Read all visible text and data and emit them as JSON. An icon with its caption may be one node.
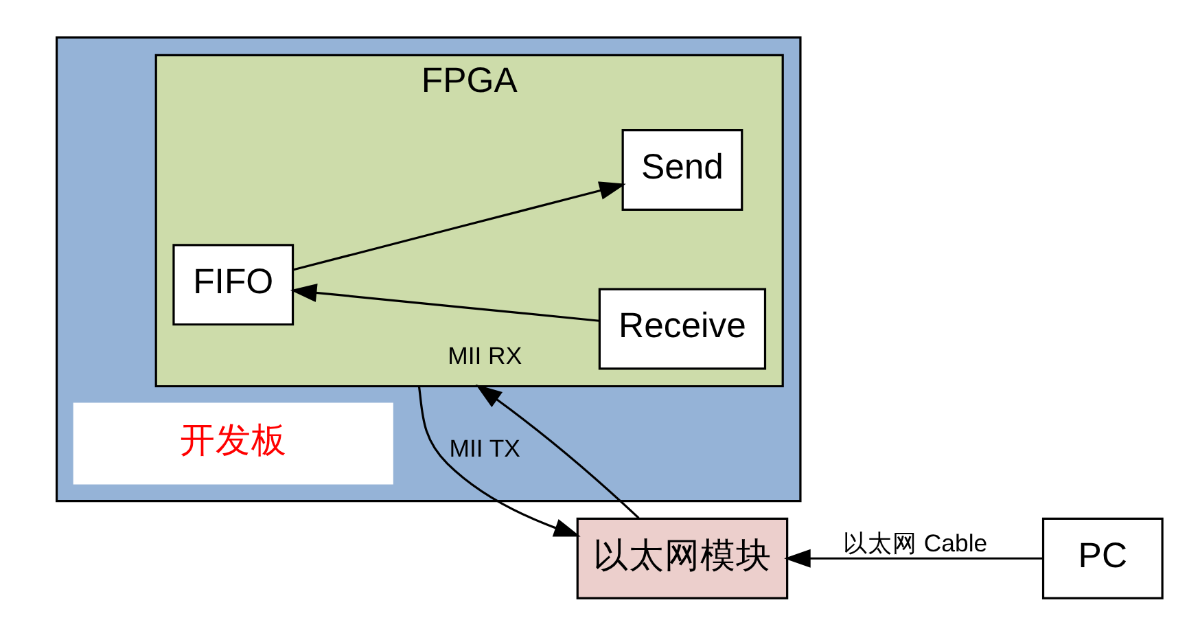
{
  "diagram": {
    "nodes": [
      {
        "text": [],
        "shape": "box"
      },
      {
        "text": [
          "FPGA"
        ],
        "in": 0
      },
      {
        "text": [
          "FIFO"
        ],
        "in": 1
      },
      {
        "text": [
          "Receive"
        ],
        "in": 1
      },
      {
        "text": [
          "Send"
        ],
        "in": 1
      },
      {
        "text": [
          "开发板"
        ],
        "in": 0
      },
      {
        "text": [
          "以太网模块"
        ]
      },
      {
        "text": [
          "PC"
        ]
      }
    ],
    "edges": [
      {
        "from": 3,
        "to": 2,
        "arrow": "to"
      },
      {
        "from": 2,
        "to": 4,
        "arrow": "to"
      },
      {
        "from": 6,
        "to": 1,
        "arrow": "to",
        "label": "MII RX"
      },
      {
        "from": 1,
        "to": 6,
        "arrow": "to",
        "label": "MII TX"
      },
      {
        "from": 7,
        "to": 6,
        "arrow": "to",
        "label": "以太网 Cable"
      }
    ]
  }
}
